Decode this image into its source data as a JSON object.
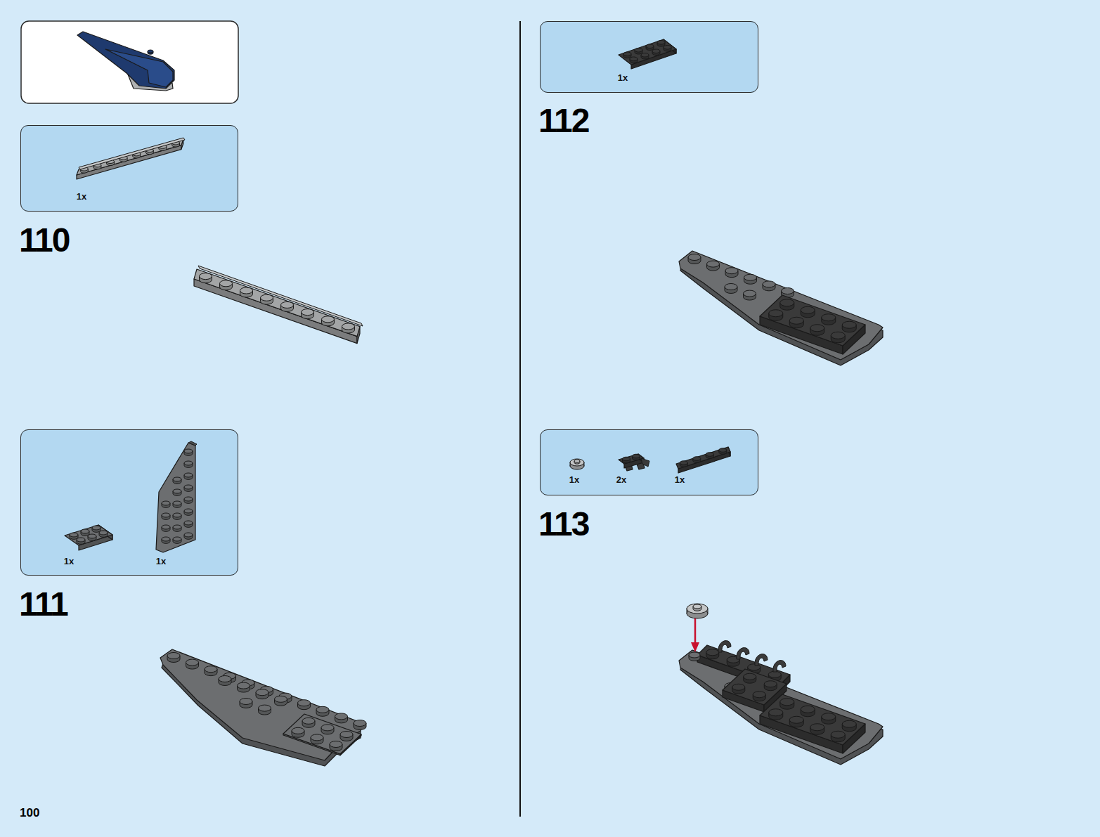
{
  "diagram": {
    "nodes": [
      {
        "text": [
          "1x"
        ]
      },
      {
        "text": [
          "1x",
          "1x"
        ]
      },
      {
        "text": [
          "1x"
        ]
      },
      {
        "text": [
          "1x",
          "2x",
          "1x"
        ]
      }
    ],
    "labels": [
      "110",
      "111",
      "112",
      "113",
      "100"
    ]
  }
}
